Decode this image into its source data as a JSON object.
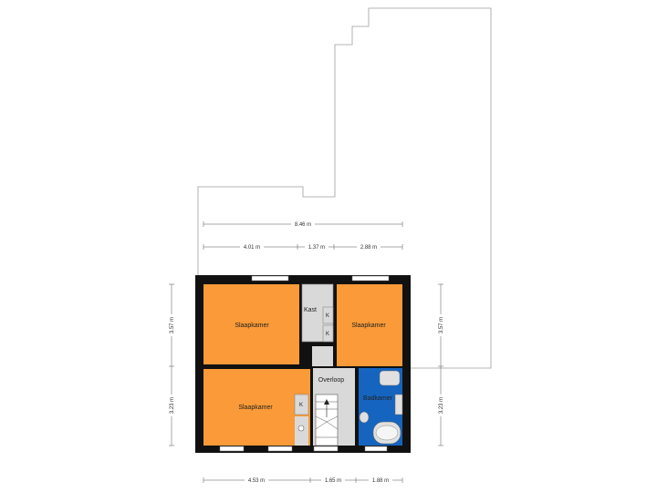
{
  "plan": {
    "rooms": {
      "bedroom_top_left": "Slaapkamer",
      "bedroom_top_right": "Slaapkamer",
      "bedroom_bottom_left": "Slaapkamer",
      "closet": "Kast",
      "landing": "Overloop",
      "bathroom": "Badkamer"
    },
    "cupboards": {
      "k1": "K",
      "k2": "K",
      "k3": "K"
    }
  },
  "dimensions": {
    "top_total": "8.46 m",
    "top_segments": [
      "4.01 m",
      "1.37 m",
      "2.88 m"
    ],
    "bottom_segments": [
      "4.53 m",
      "1.65 m",
      "1.88 m"
    ],
    "left_upper": "3.57 m",
    "left_lower": "3.23 m",
    "right_upper": "3.57 m",
    "right_lower": "3.23 m"
  },
  "colors": {
    "bedroom": "#FA9A38",
    "bathroom": "#1565C0",
    "wall": "#111111",
    "neutral": "#D9D9D9",
    "outline": "#9E9E9E"
  }
}
